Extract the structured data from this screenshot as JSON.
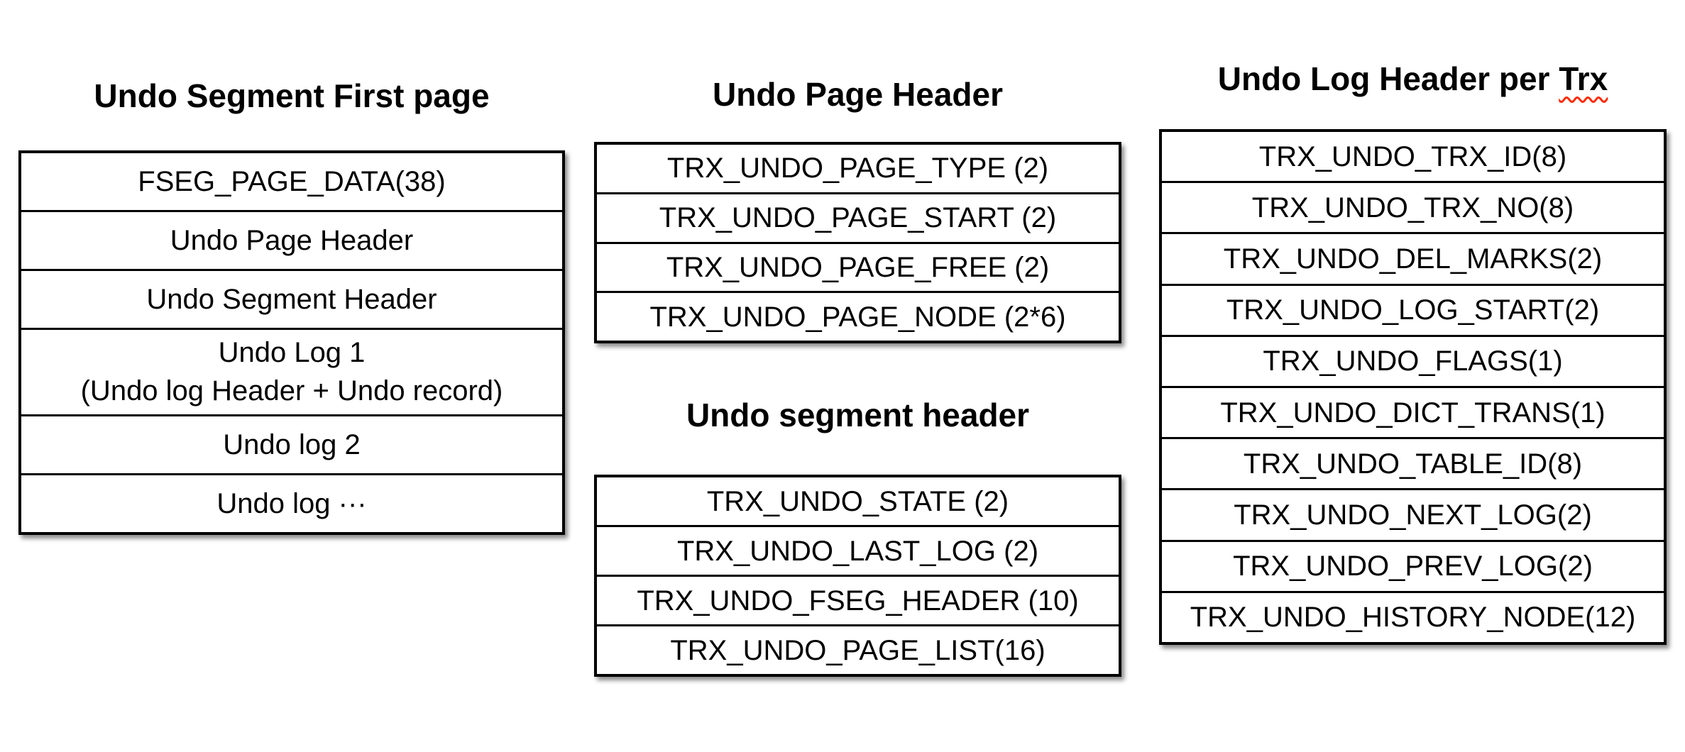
{
  "diagram": {
    "left_table": {
      "title": "Undo Segment First page",
      "rows": [
        {
          "text": "FSEG_PAGE_DATA(38)"
        },
        {
          "text": "Undo Page Header"
        },
        {
          "text": "Undo Segment Header"
        },
        {
          "text": "Undo Log 1",
          "text2": "(Undo log Header + Undo record)"
        },
        {
          "text": "Undo log 2"
        },
        {
          "text": "Undo log ···"
        }
      ]
    },
    "undo_page_header_table": {
      "title": "Undo Page Header",
      "rows": [
        "TRX_UNDO_PAGE_TYPE (2)",
        "TRX_UNDO_PAGE_START (2)",
        "TRX_UNDO_PAGE_FREE (2)",
        "TRX_UNDO_PAGE_NODE (2*6)"
      ]
    },
    "undo_segment_header_table": {
      "title": "Undo segment header",
      "rows": [
        "TRX_UNDO_STATE (2)",
        "TRX_UNDO_LAST_LOG (2)",
        "TRX_UNDO_FSEG_HEADER (10)",
        "TRX_UNDO_PAGE_LIST(16)"
      ]
    },
    "undo_log_header_table": {
      "title_prefix": "Undo Log Header per ",
      "title_marked_word": "Trx",
      "rows": [
        "TRX_UNDO_TRX_ID(8)",
        "TRX_UNDO_TRX_NO(8)",
        "TRX_UNDO_DEL_MARKS(2)",
        "TRX_UNDO_LOG_START(2)",
        "TRX_UNDO_FLAGS(1)",
        "TRX_UNDO_DICT_TRANS(1)",
        "TRX_UNDO_TABLE_ID(8)",
        "TRX_UNDO_NEXT_LOG(2)",
        "TRX_UNDO_PREV_LOG(2)",
        "TRX_UNDO_HISTORY_NODE(12)"
      ]
    },
    "colors": {
      "border": "#000000",
      "background": "#ffffff",
      "spellcheck_underline": "#ff2a00"
    }
  }
}
